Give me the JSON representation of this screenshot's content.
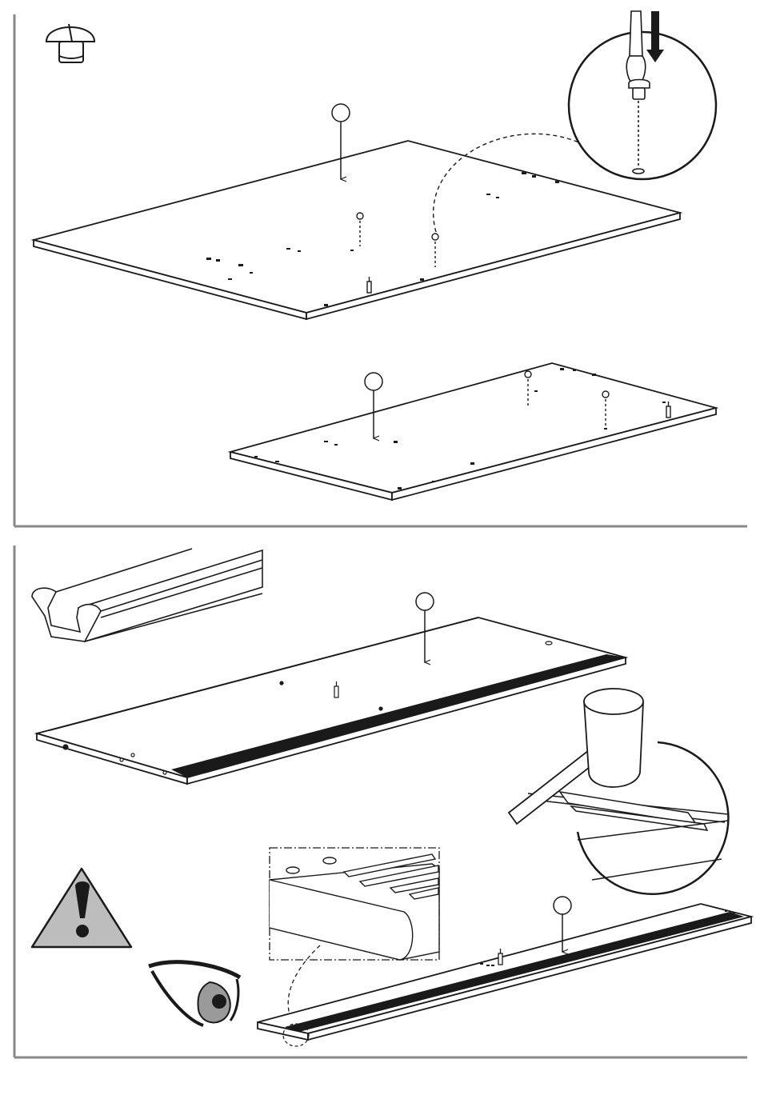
{
  "document": {
    "type": "assembly-instructions-page",
    "panels": [
      {
        "step": "top",
        "icon": "cam-lock-icon",
        "callouts": [
          "",
          ""
        ]
      },
      {
        "step": "bottom",
        "icons": [
          "rail-profile-icon",
          "warning-icon",
          "eye-icon",
          "mallet-icon"
        ],
        "callouts": [
          "",
          ""
        ]
      }
    ],
    "colors": {
      "ink": "#1a1a1a",
      "frame": "#888888",
      "warning_fill": "#bdbdbd",
      "eye_iris": "#9a9a9a"
    }
  }
}
